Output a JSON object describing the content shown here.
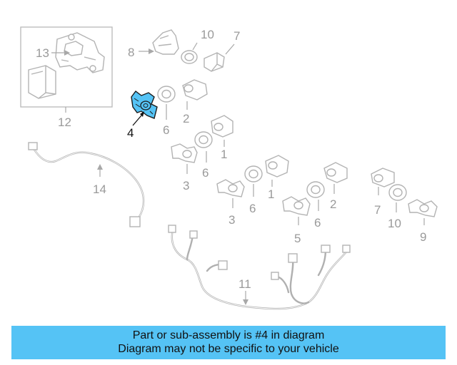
{
  "diagram": {
    "callouts": {
      "c1a": "1",
      "c1b": "1",
      "c2a": "2",
      "c2b": "2",
      "c3a": "3",
      "c3b": "3",
      "c4": "4",
      "c5": "5",
      "c6a": "6",
      "c6b": "6",
      "c6c": "6",
      "c6d": "6",
      "c7a": "7",
      "c7b": "7",
      "c8": "8",
      "c9": "9",
      "c10a": "10",
      "c10b": "10",
      "c11": "11",
      "c12": "12",
      "c13": "13",
      "c14": "14"
    },
    "highlight_part": "4",
    "highlight_color": "#55c3f5"
  },
  "banner": {
    "line1": "Part or sub-assembly is #4 in diagram",
    "line2": "Diagram may not be specific to your vehicle",
    "background": "#55c3f5"
  }
}
